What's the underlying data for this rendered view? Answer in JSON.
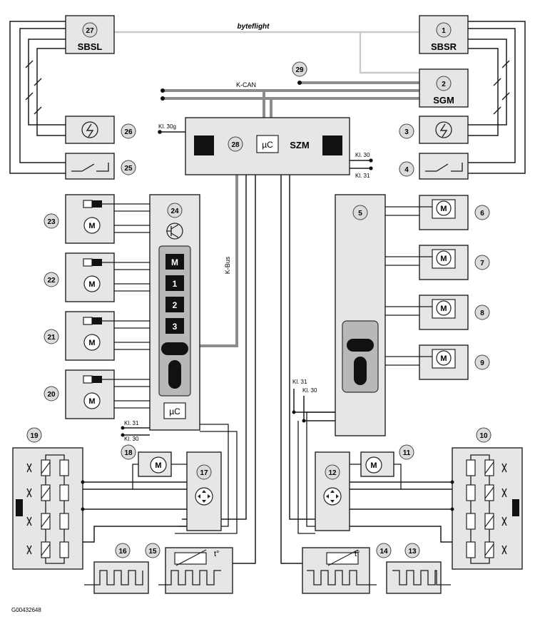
{
  "diagram": {
    "bus_labels": {
      "byteflight": "byteflight",
      "kcan": "K-CAN",
      "kbus": "K-Bus"
    },
    "terminals": {
      "kl30g": "Kl. 30g",
      "kl30": "Kl. 30",
      "kl31": "Kl. 31"
    },
    "module_labels": {
      "sbsl": "SBSL",
      "sbsr": "SBSR",
      "sgm": "SGM",
      "szm": "SZM",
      "microcontroller": "µC"
    },
    "memory_buttons": [
      "M",
      "1",
      "2",
      "3"
    ],
    "components": [
      "1",
      "2",
      "3",
      "4",
      "5",
      "6",
      "7",
      "8",
      "9",
      "10",
      "11",
      "12",
      "13",
      "14",
      "15",
      "16",
      "17",
      "18",
      "19",
      "20",
      "21",
      "22",
      "23",
      "24",
      "25",
      "26",
      "27",
      "28",
      "29"
    ],
    "figure_id": "G00432648",
    "motor_letter": "M",
    "temperature_symbol": "t°",
    "colors": {
      "module_fill": "#e6e6e6",
      "bus_gray": "#8c8c8c",
      "byteflight_gray": "#c9c9c9",
      "badge_fill": "#dcdcdc"
    }
  }
}
